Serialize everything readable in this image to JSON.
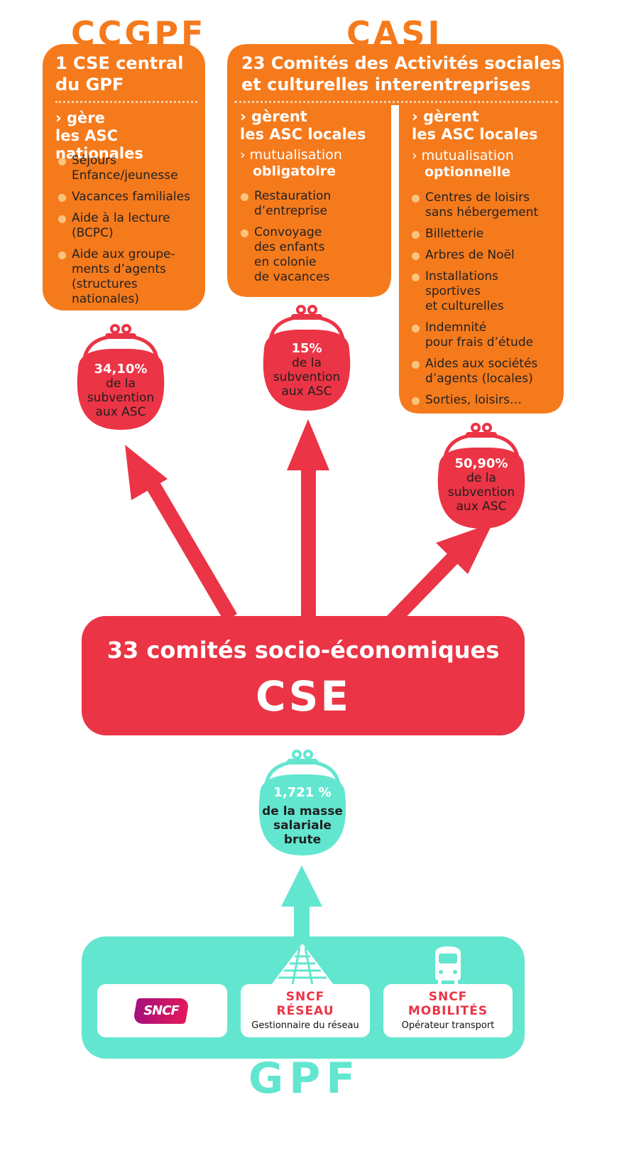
{
  "headings": {
    "ccgpf": "CCGPF",
    "casi": "CASI",
    "gpf": "GPF"
  },
  "ccgpf_box": {
    "title_l1": "1 CSE central",
    "title_l2": "du GPF",
    "sub_l1": "› gère",
    "sub_l2": "les ASC nationales",
    "items": [
      [
        "Séjours",
        "Enfance/jeunesse"
      ],
      [
        "Vacances familiales"
      ],
      [
        "Aide à la lecture",
        "(BCPC)"
      ],
      [
        "Aide aux groupe-",
        "ments d’agents",
        "(structures",
        "nationales)"
      ]
    ]
  },
  "casi_box": {
    "title_l1": "23 Comités des Activités sociales",
    "title_l2": "et culturelles interentreprises",
    "left": {
      "sub_l1": "› gèrent",
      "sub_l2": "les ASC locales",
      "mut_l1": "›  mutualisation",
      "mut_l2": "obligatoire",
      "items": [
        [
          "Restauration",
          "d’entreprise"
        ],
        [
          "Convoyage",
          "des enfants",
          "en colonie",
          "de vacances"
        ]
      ]
    },
    "right": {
      "sub_l1": "› gèrent",
      "sub_l2": "les ASC locales",
      "mut_l1": "›  mutualisation",
      "mut_l2": "optionnelle",
      "items": [
        [
          "Centres de loisirs",
          "sans hébergement"
        ],
        [
          "Billetterie"
        ],
        [
          "Arbres de Noël"
        ],
        [
          "Installations",
          "sportives",
          "et culturelles"
        ],
        [
          "Indemnité",
          "pour frais d’étude"
        ],
        [
          "Aides aux sociétés",
          "d’agents (locales)"
        ],
        [
          "Sorties, loisirs…"
        ]
      ]
    }
  },
  "purses": {
    "ccgpf": {
      "pct": "34,10%",
      "l1": "de la",
      "l2": "subvention",
      "l3": "aux ASC"
    },
    "casi_mandatory": {
      "pct": "15%",
      "l1": "de la",
      "l2": "subvention",
      "l3": "aux ASC"
    },
    "casi_optional": {
      "pct": "50,90%",
      "l1": "de la",
      "l2": "subvention",
      "l3": "aux ASC"
    },
    "gpf": {
      "pct": "1,721 %",
      "l1": "de la masse",
      "l2": "salariale",
      "l3": "brute"
    }
  },
  "cse": {
    "line1": "33 comités socio-économiques",
    "line2": "CSE"
  },
  "gpf_cards": {
    "sncf_logo": "SNCF",
    "reseau_title_l1": "SNCF",
    "reseau_title_l2": "RÉSEAU",
    "reseau_sub": "Gestionnaire du réseau",
    "mobilites_title_l1": "SNCF",
    "mobilites_title_l2": "MOBILITÉS",
    "mobilites_sub": "Opérateur transport"
  },
  "colors": {
    "orange": "#f57a1c",
    "red": "#eb3445",
    "turquoise": "#63e6cf",
    "bullet": "#f9c47e"
  }
}
